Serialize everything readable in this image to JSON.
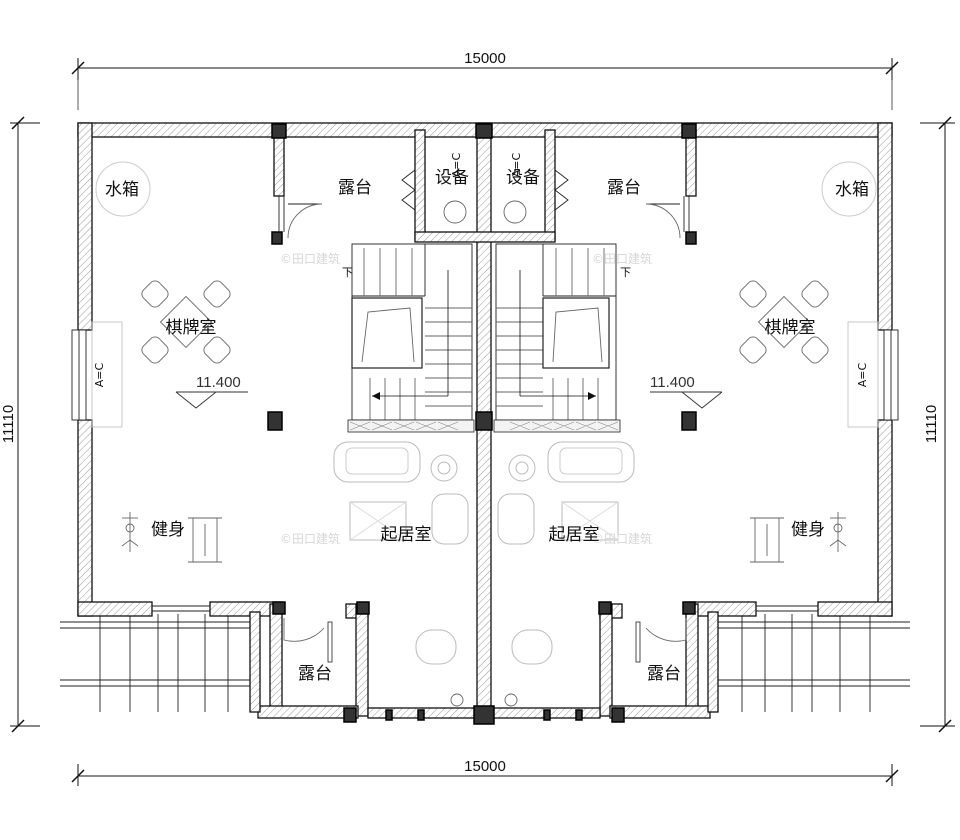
{
  "dimensions": {
    "top": "15000",
    "bottom": "15000",
    "left": "11110",
    "right": "11110"
  },
  "rooms": {
    "left_terrace_top": "露台",
    "left_equipment": "设备",
    "right_equipment": "设备",
    "right_terrace_top": "露台",
    "left_water_tank": "水箱",
    "right_water_tank": "水箱",
    "left_chess_room": "棋牌室",
    "right_chess_room": "棋牌室",
    "left_gym": "健身",
    "right_gym": "健身",
    "left_living_room": "起居室",
    "right_living_room": "起居室",
    "left_terrace_bottom": "露台",
    "right_terrace_bottom": "露台"
  },
  "elevations": {
    "left": "11.400",
    "right": "11.400"
  },
  "stair_marks": {
    "left_down": "下",
    "right_down": "下"
  },
  "window_tags": {
    "left_window": "A=C",
    "right_window": "A=C",
    "left_vent": "A=C",
    "right_vent": "A=C"
  },
  "watermarks": {
    "wm1": "©田口建筑",
    "wm2": "©田口建筑",
    "wm3": "©田口建筑",
    "wm4": "©田口建筑"
  },
  "colors": {
    "wall_line": "#111111",
    "hatch": "#999999",
    "furniture": "#666666",
    "column": "#333333"
  }
}
